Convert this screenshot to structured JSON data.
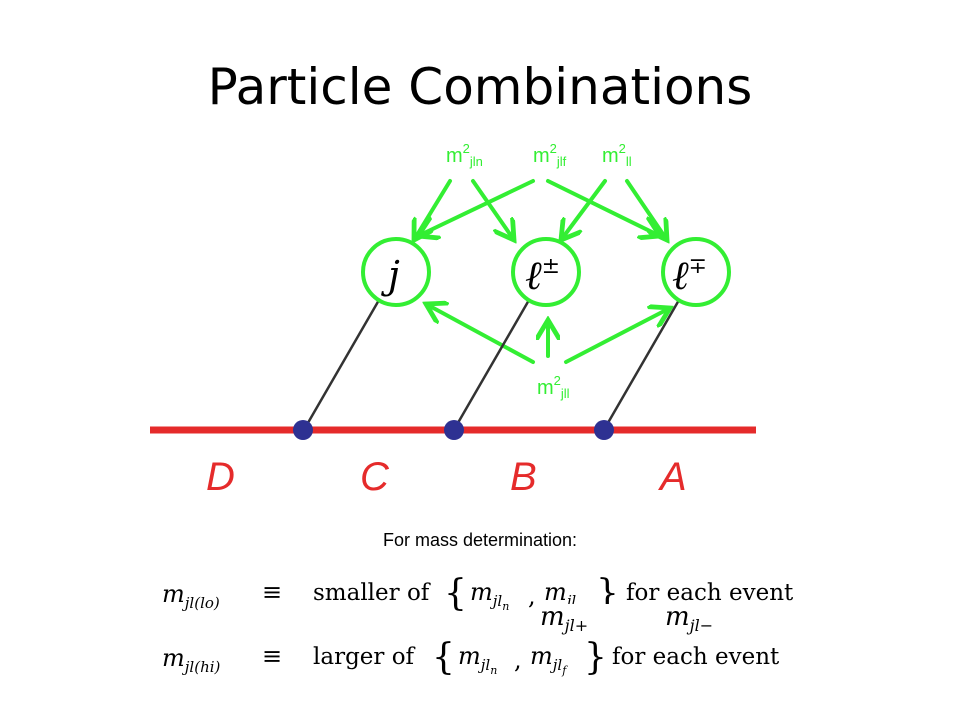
{
  "slide": {
    "title": "Particle Combinations",
    "caption": "For mass determination:"
  },
  "top_labels": [
    {
      "base": "m",
      "sup": "2",
      "sub": "jln"
    },
    {
      "base": "m",
      "sup": "2",
      "sub": "jlf"
    },
    {
      "base": "m",
      "sup": "2",
      "sub": "ll"
    }
  ],
  "bottom_label": {
    "base": "m",
    "sup": "2",
    "sub": "jll"
  },
  "particles": [
    {
      "symbol": "j"
    },
    {
      "symbol": "ℓ",
      "sup": "±"
    },
    {
      "symbol": "ℓ",
      "sup": "∓"
    }
  ],
  "segments": [
    "D",
    "C",
    "B",
    "A"
  ],
  "formula_lo": {
    "lhs": "m",
    "lhs_sub": "jl(lo)",
    "equiv": "≡",
    "words": "smaller of",
    "brace_open": "{",
    "term1": "m",
    "term1_sub": "jl",
    "term1_subsub": "n",
    "comma": ",",
    "term2": "m",
    "term2_sub": "jl",
    "brace_close": "}",
    "tail": "for each event"
  },
  "overlay_terms": [
    {
      "base": "m",
      "sub": "jl+"
    },
    {
      "base": "m",
      "sub": "jl−"
    }
  ],
  "formula_hi": {
    "lhs": "m",
    "lhs_sub": "jl(hi)",
    "equiv": "≡",
    "words": "larger of",
    "brace_open": "{",
    "term1": "m",
    "term1_sub": "jl",
    "term1_subsub": "n",
    "comma": ",",
    "term2": "m",
    "term2_sub": "jl",
    "term2_subsub": "f",
    "brace_close": "}",
    "tail": "for each event"
  },
  "colors": {
    "arrow": "#33ee33",
    "circle": "#33ee33",
    "axis": "#e52b2b",
    "vertex": "#2e3192",
    "segment_letter": "#e52b2b",
    "leg": "#333333"
  }
}
